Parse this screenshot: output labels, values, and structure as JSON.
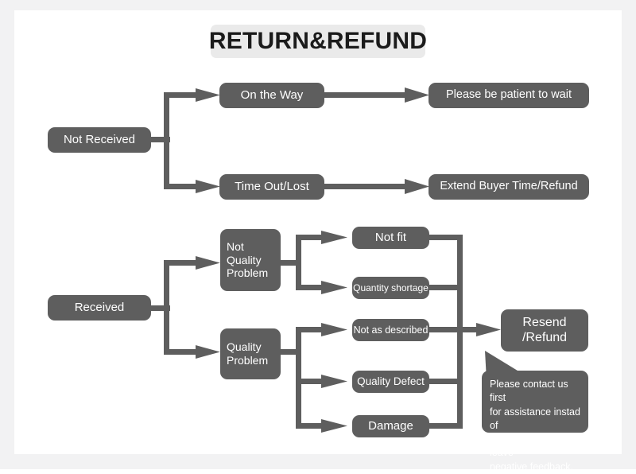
{
  "page": {
    "title": "RETURN&REFUND",
    "background": "#ffffff",
    "frame_color": "#f2f2f3",
    "node_color": "#5e5e5e",
    "node_text_color": "#ffffff",
    "title_plate_color": "#eaeaea",
    "title_text_color": "#1b1b1b",
    "connector_color": "#5e5e5e"
  },
  "diagram": {
    "type": "flowchart",
    "roots": [
      "Not Received",
      "Received"
    ],
    "nodes": {
      "not_received": "Not Received",
      "on_the_way": "On the Way",
      "time_out_lost": "Time Out/Lost",
      "please_wait": "Please be patient to wait",
      "extend_buyer": "Extend Buyer Time/Refund",
      "received": "Received",
      "not_quality_problem": "Not\nQuality\nProblem",
      "quality_problem": "Quality\nProblem",
      "not_fit": "Not fit",
      "quantity_shortage": "Quantity shortage",
      "not_as_described": "Not as described",
      "quality_defect": "Quality Defect",
      "damage": "Damage",
      "resend_refund": "Resend\n/Refund"
    },
    "callout": {
      "text": "Please contact us first\nfor assistance instad of\nopen dispute or leave\nnegative feedback."
    },
    "edges": [
      {
        "from": "not_received",
        "to": "on_the_way"
      },
      {
        "from": "not_received",
        "to": "time_out_lost"
      },
      {
        "from": "on_the_way",
        "to": "please_wait"
      },
      {
        "from": "time_out_lost",
        "to": "extend_buyer"
      },
      {
        "from": "received",
        "to": "not_quality_problem"
      },
      {
        "from": "received",
        "to": "quality_problem"
      },
      {
        "from": "not_quality_problem",
        "to": "not_fit"
      },
      {
        "from": "not_quality_problem",
        "to": "quantity_shortage"
      },
      {
        "from": "quality_problem",
        "to": "not_as_described"
      },
      {
        "from": "quality_problem",
        "to": "quality_defect"
      },
      {
        "from": "quality_problem",
        "to": "damage"
      },
      {
        "from": "not_fit",
        "to": "resend_refund"
      },
      {
        "from": "quantity_shortage",
        "to": "resend_refund"
      },
      {
        "from": "not_as_described",
        "to": "resend_refund"
      },
      {
        "from": "quality_defect",
        "to": "resend_refund"
      },
      {
        "from": "damage",
        "to": "resend_refund"
      }
    ]
  }
}
